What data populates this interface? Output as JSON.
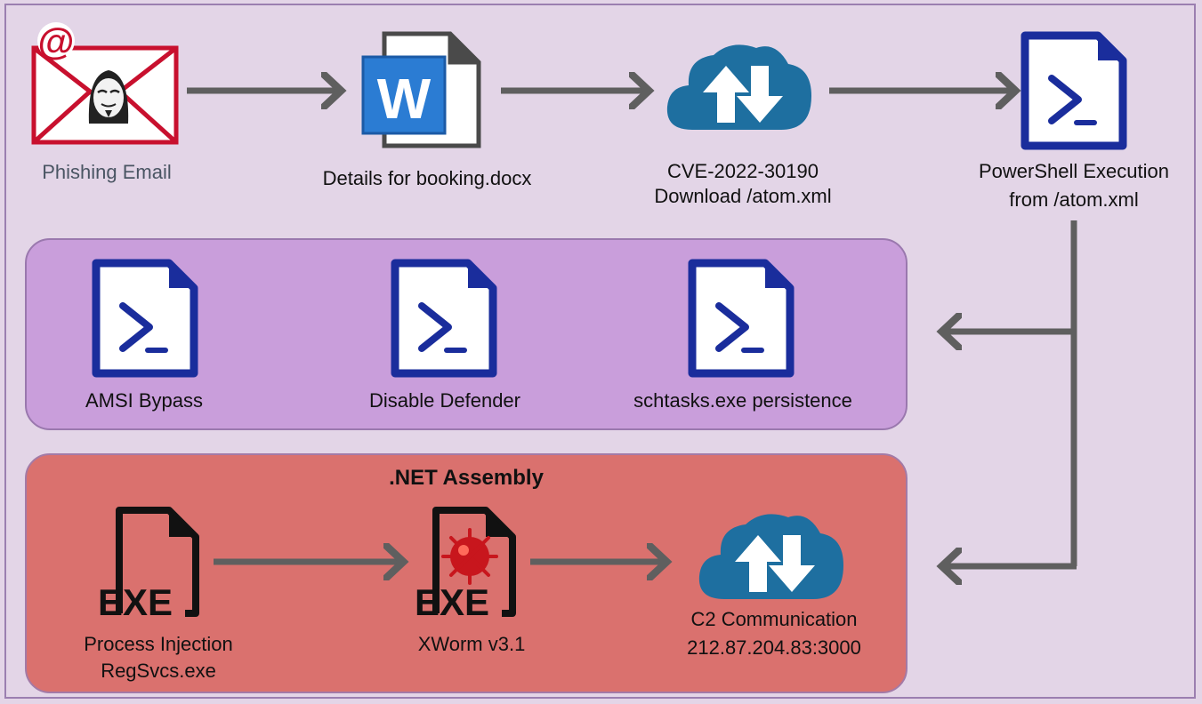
{
  "top_row": {
    "phishing_label": "Phishing Email",
    "docx_label": "Details for booking.docx",
    "cve_line1": "CVE-2022-30190",
    "cve_line2": "Download /atom.xml",
    "ps_line1": "PowerShell Execution",
    "ps_line2": "from /atom.xml"
  },
  "powershell_panel": {
    "items": [
      {
        "label": "AMSI Bypass"
      },
      {
        "label": "Disable Defender"
      },
      {
        "label": "schtasks.exe persistence"
      }
    ]
  },
  "dotnet_panel": {
    "title": ".NET Assembly",
    "injection_line1": "Process Injection",
    "injection_line2": "RegSvcs.exe",
    "xworm_label": "XWorm v3.1",
    "c2_line1": "C2 Communication",
    "c2_line2": "212.87.204.83:3000",
    "exe_text": "EXE",
    "email_at": "@"
  },
  "colors": {
    "background": "#e3d5e7",
    "purple_panel": "#c99edb",
    "red_panel": "#da716e",
    "arrow": "#5f5f5f",
    "powershell_blue": "#1a2d9c",
    "cloud_blue": "#1e6fa0",
    "word_blue": "#2b7cd3",
    "email_red": "#c8102e"
  }
}
